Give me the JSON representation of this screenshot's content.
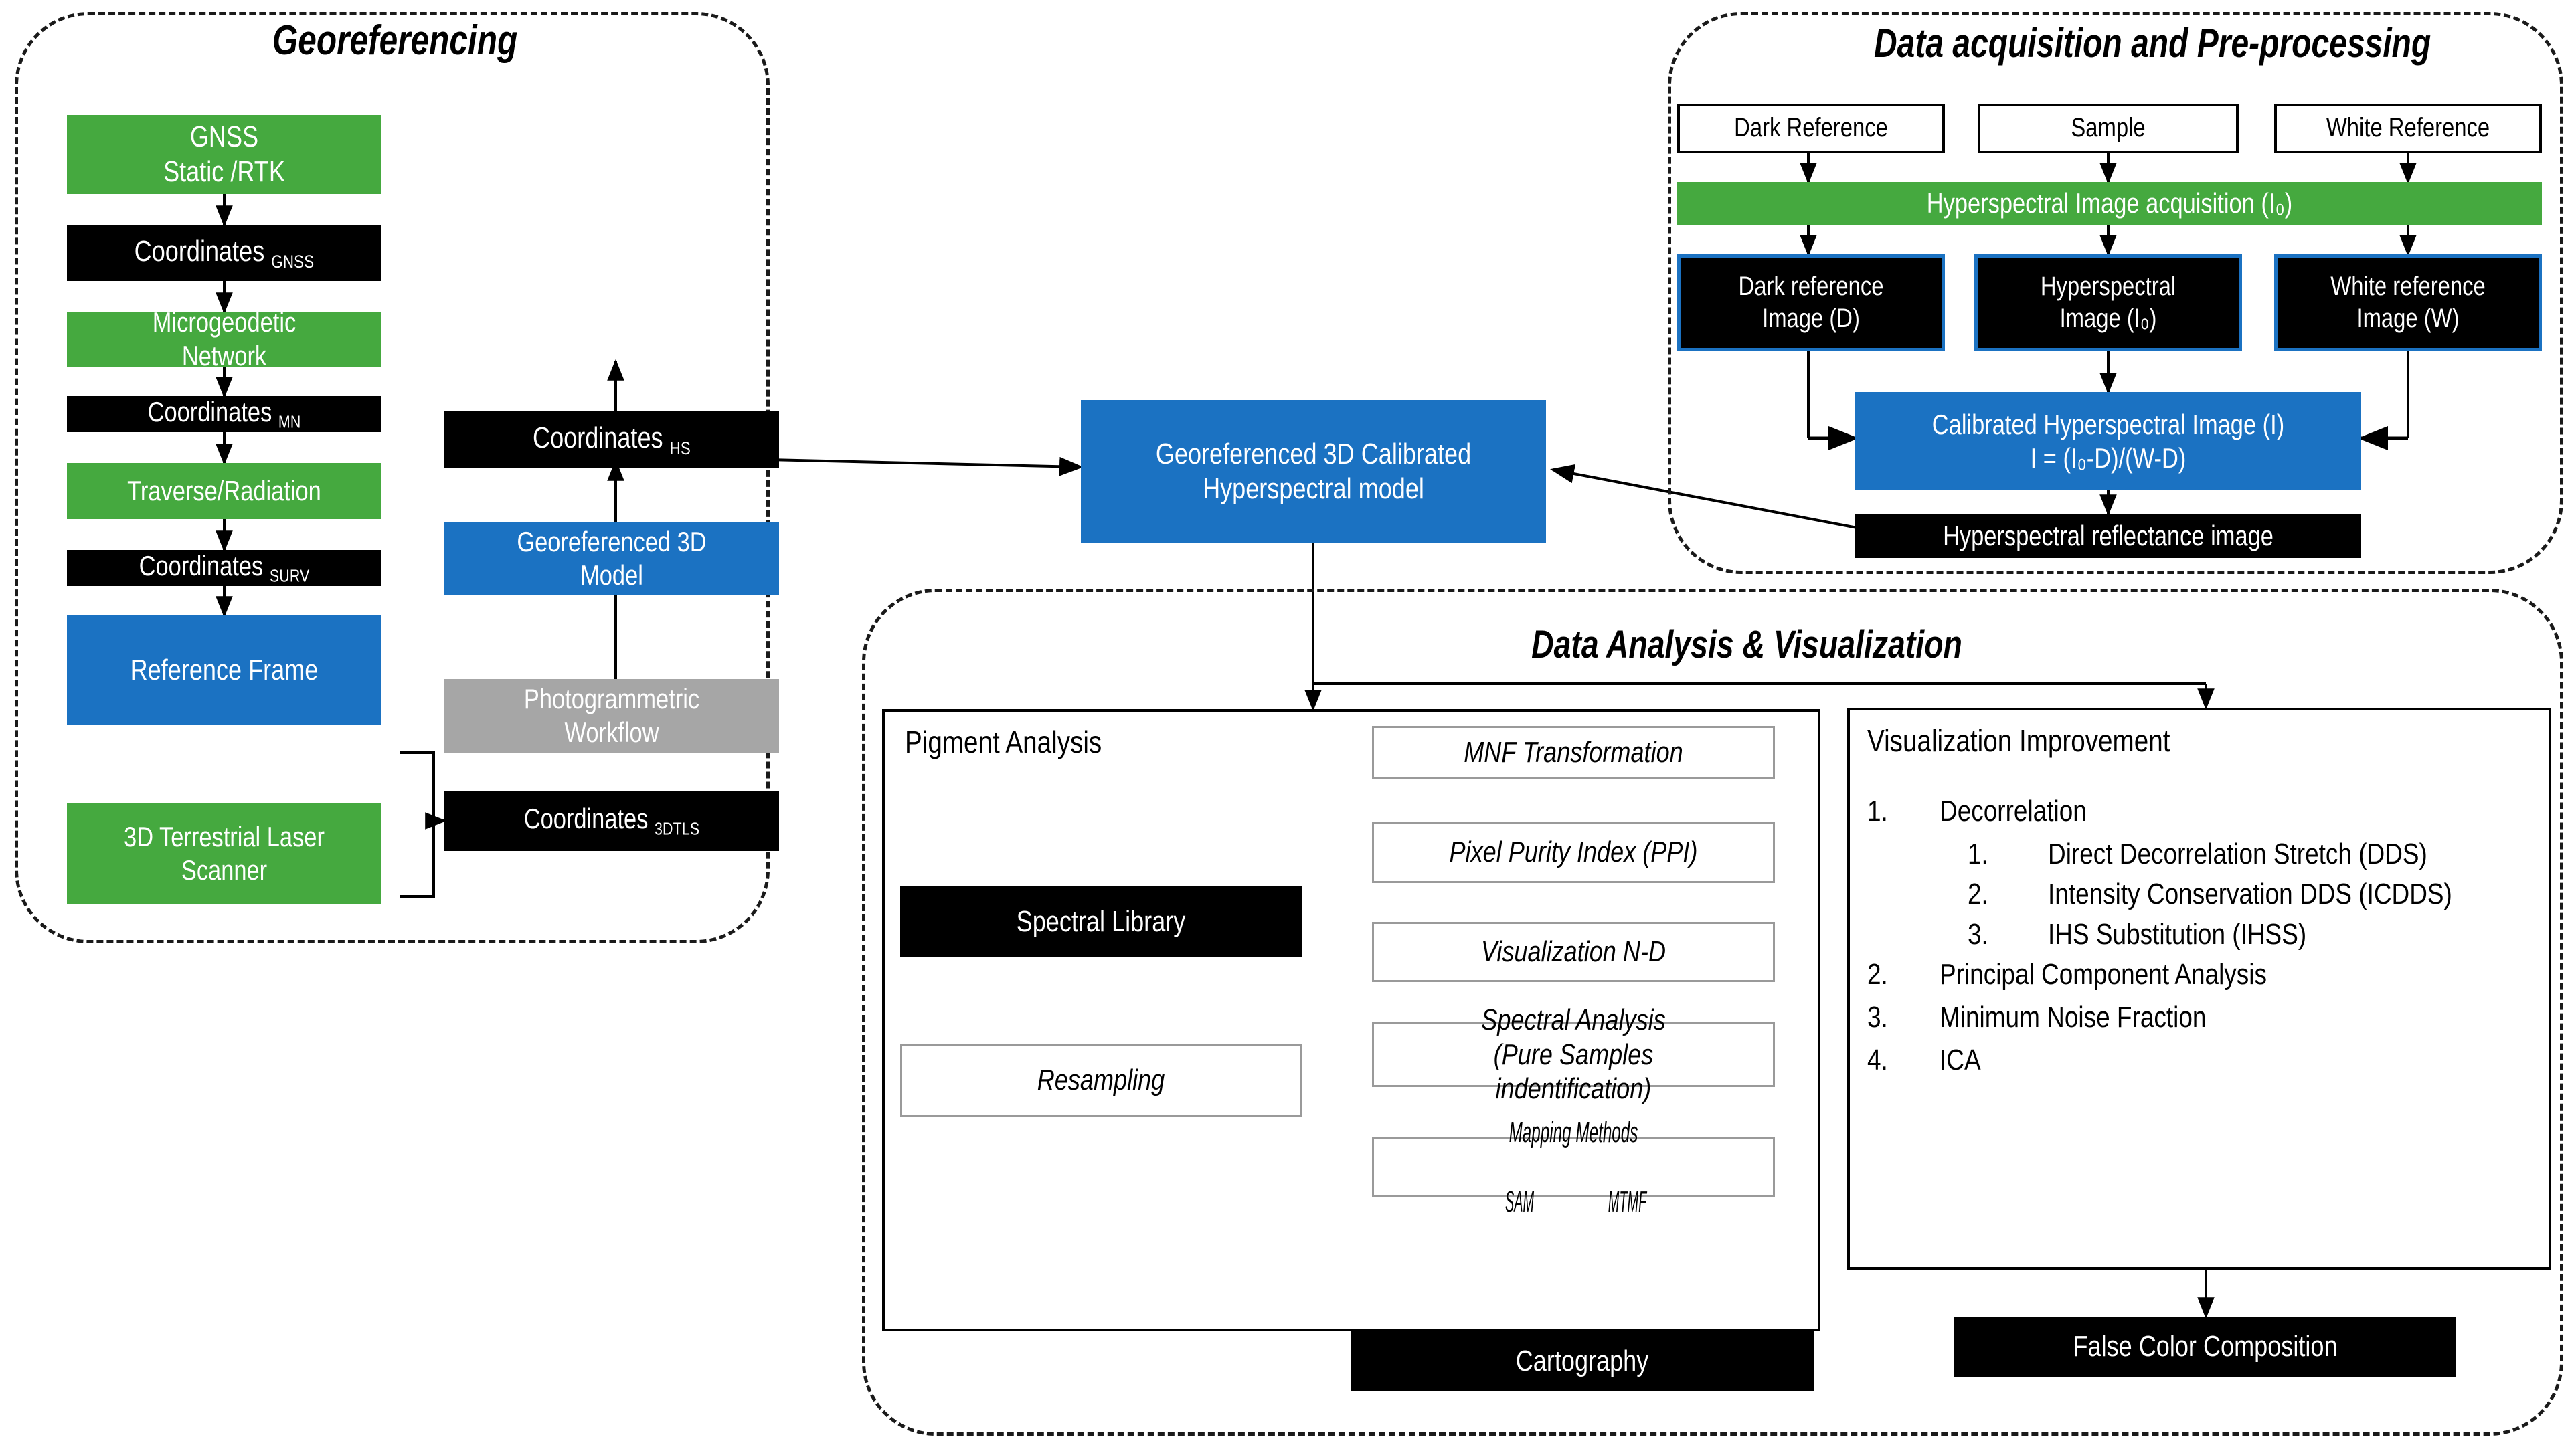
{
  "groups": [
    {
      "id": "georeferencing",
      "title": "Georeferencing"
    },
    {
      "id": "data-acquisition",
      "title": "Data acquisition and Pre-processing"
    },
    {
      "id": "data-analysis",
      "title": "Data Analysis & Visualization"
    }
  ],
  "georeferencing": {
    "title": "Georeferencing",
    "nodes": {
      "gnss": "GNSS\nStatic /RTK",
      "coord_gnss_label": "Coordinates",
      "coord_gnss_sub": "GNSS",
      "microgeodetic": "Microgeodetic\nNetwork",
      "coord_mn_label": "Coordinates",
      "coord_mn_sub": "MN",
      "traverse": "Traverse/Radiation",
      "coord_surv_label": "Coordinates",
      "coord_surv_sub": "SURV",
      "reference_frame": "Reference Frame",
      "laser_scanner": "3D Terrestrial Laser\nScanner",
      "coord_hs_label": "Coordinates",
      "coord_hs_sub": "HS",
      "georef_3d_model": "Georeferenced 3D\nModel",
      "photogrammetric": "Photogrammetric\nWorkflow",
      "coord_3dtls_label": "Coordinates",
      "coord_3dtls_sub": "3DTLS"
    }
  },
  "acquisition": {
    "title": "Data acquisition and Pre-processing",
    "nodes": {
      "dark_reference": "Dark Reference",
      "sample": "Sample",
      "white_reference": "White Reference",
      "hs_acquisition": "Hyperspectral Image acquisition (I₀)",
      "dark_image": "Dark reference\nImage (D)",
      "hs_image": "Hyperspectral\nImage (I₀)",
      "white_image": "White reference\nImage (W)",
      "calibrated": "Calibrated Hyperspectral Image (I)\nI = (I₀-D)/(W-D)",
      "reflectance": "Hyperspectral reflectance  image"
    }
  },
  "center": {
    "model": "Georeferenced 3D Calibrated\nHyperspectral model"
  },
  "analysis": {
    "title": "Data Analysis & Visualization",
    "pigment": {
      "label": "Pigment Analysis",
      "spectral_library": "Spectral Library",
      "resampling": "Resampling",
      "mnf": "MNF Transformation",
      "ppi": "Pixel Purity Index (PPI)",
      "viz_nd": "Visualization N-D",
      "spectral_analysis": "Spectral Analysis\n(Pure Samples indentification)",
      "mapping_title": "Mapping Methods",
      "mapping_sam": "SAM",
      "mapping_mtmf": "MTMF",
      "cartography": "Cartography"
    },
    "visualization": {
      "label": "Visualization Improvement",
      "items": [
        {
          "num": "1.",
          "text": "Decorrelation",
          "level": 1
        },
        {
          "num": "1.",
          "text": "Direct Decorrelation Stretch (DDS)",
          "level": 2
        },
        {
          "num": "2.",
          "text": "Intensity Conservation DDS (ICDDS)",
          "level": 2
        },
        {
          "num": "3.",
          "text": "IHS Substitution (IHSS)",
          "level": 2
        },
        {
          "num": "2.",
          "text": "Principal Component Analysis",
          "level": 1
        },
        {
          "num": "3.",
          "text": "Minimum Noise Fraction",
          "level": 1
        },
        {
          "num": "4.",
          "text": "ICA",
          "level": 1
        }
      ],
      "false_color": "False Color Composition"
    }
  },
  "colors": {
    "green": "#45a93f",
    "blue": "#1b72c2",
    "black": "#000000",
    "gray": "#a6a6a6",
    "white": "#ffffff",
    "thin_border": "#9a9a9a"
  }
}
